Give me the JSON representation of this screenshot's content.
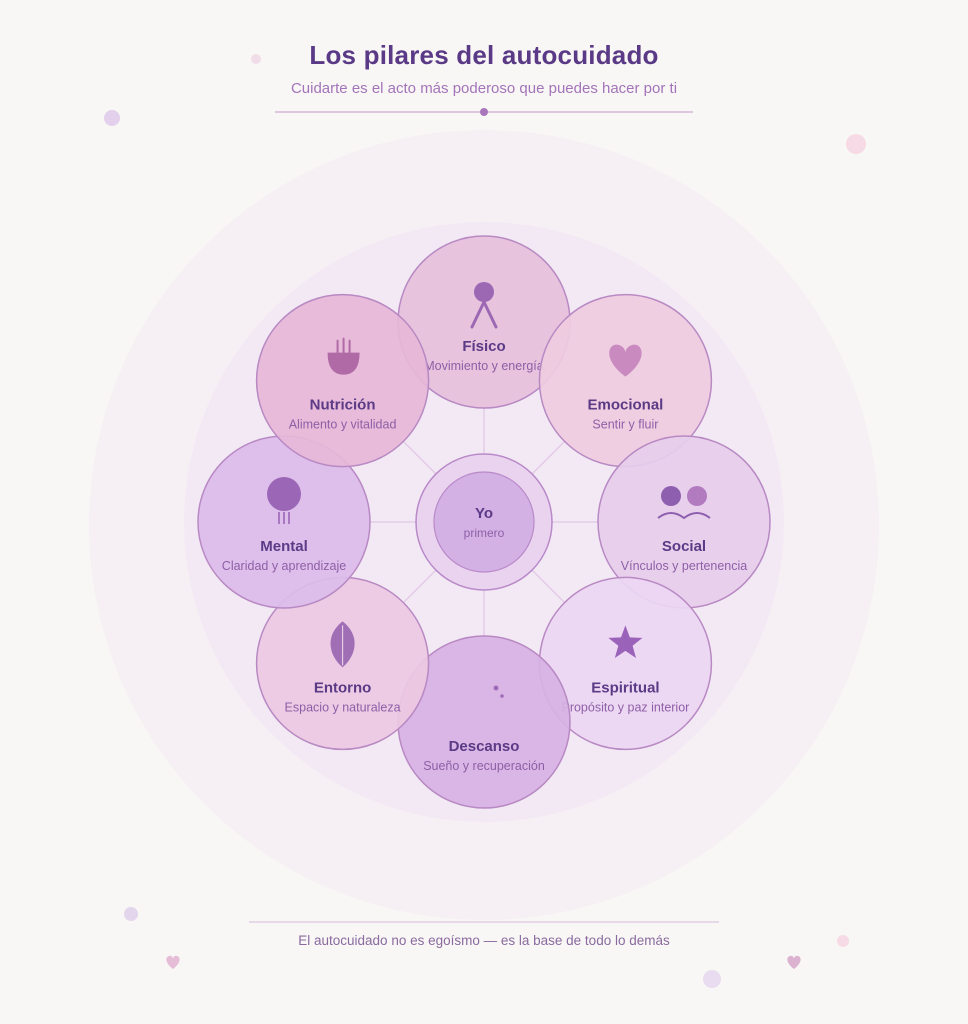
{
  "header": {
    "title": "Los pilares del autocuidado",
    "subtitle": "Cuidarte es el acto más poderoso que puedes hacer por ti"
  },
  "center": {
    "title": "Yo",
    "subtitle": "primero"
  },
  "pillars": [
    {
      "title": "Físico",
      "subtitle": "Movimiento y energía",
      "icon": "person-icon",
      "fill": "#e5bfdc"
    },
    {
      "title": "Emocional",
      "subtitle": "Sentir y fluir",
      "icon": "heart-icon",
      "fill": "#efcbe0"
    },
    {
      "title": "Social",
      "subtitle": "Vínculos y pertenencia",
      "icon": "people-icon",
      "fill": "#e6cdec"
    },
    {
      "title": "Espiritual",
      "subtitle": "Propósito y paz interior",
      "icon": "star-icon",
      "fill": "#ecd6f3"
    },
    {
      "title": "Descanso",
      "subtitle": "Sueño y recuperación",
      "icon": "moon-icon",
      "fill": "#d6b2e3"
    },
    {
      "title": "Entorno",
      "subtitle": "Espacio y naturaleza",
      "icon": "leaf-icon",
      "fill": "#ecc8e2"
    },
    {
      "title": "Mental",
      "subtitle": "Claridad y aprendizaje",
      "icon": "brain-icon",
      "fill": "#dbbbeb"
    },
    {
      "title": "Nutrición",
      "subtitle": "Alimento y vitalidad",
      "icon": "bowl-icon",
      "fill": "#e6b7d7"
    }
  ],
  "footer": {
    "text": "El autocuidado no es egoísmo — es la base de todo lo demás"
  },
  "colors": {
    "background": "#f8f7f5",
    "accent": "#5a3a86",
    "subtitle": "#a374b9",
    "icon": "#9c68b4",
    "circle_stroke": "#b889c3"
  }
}
